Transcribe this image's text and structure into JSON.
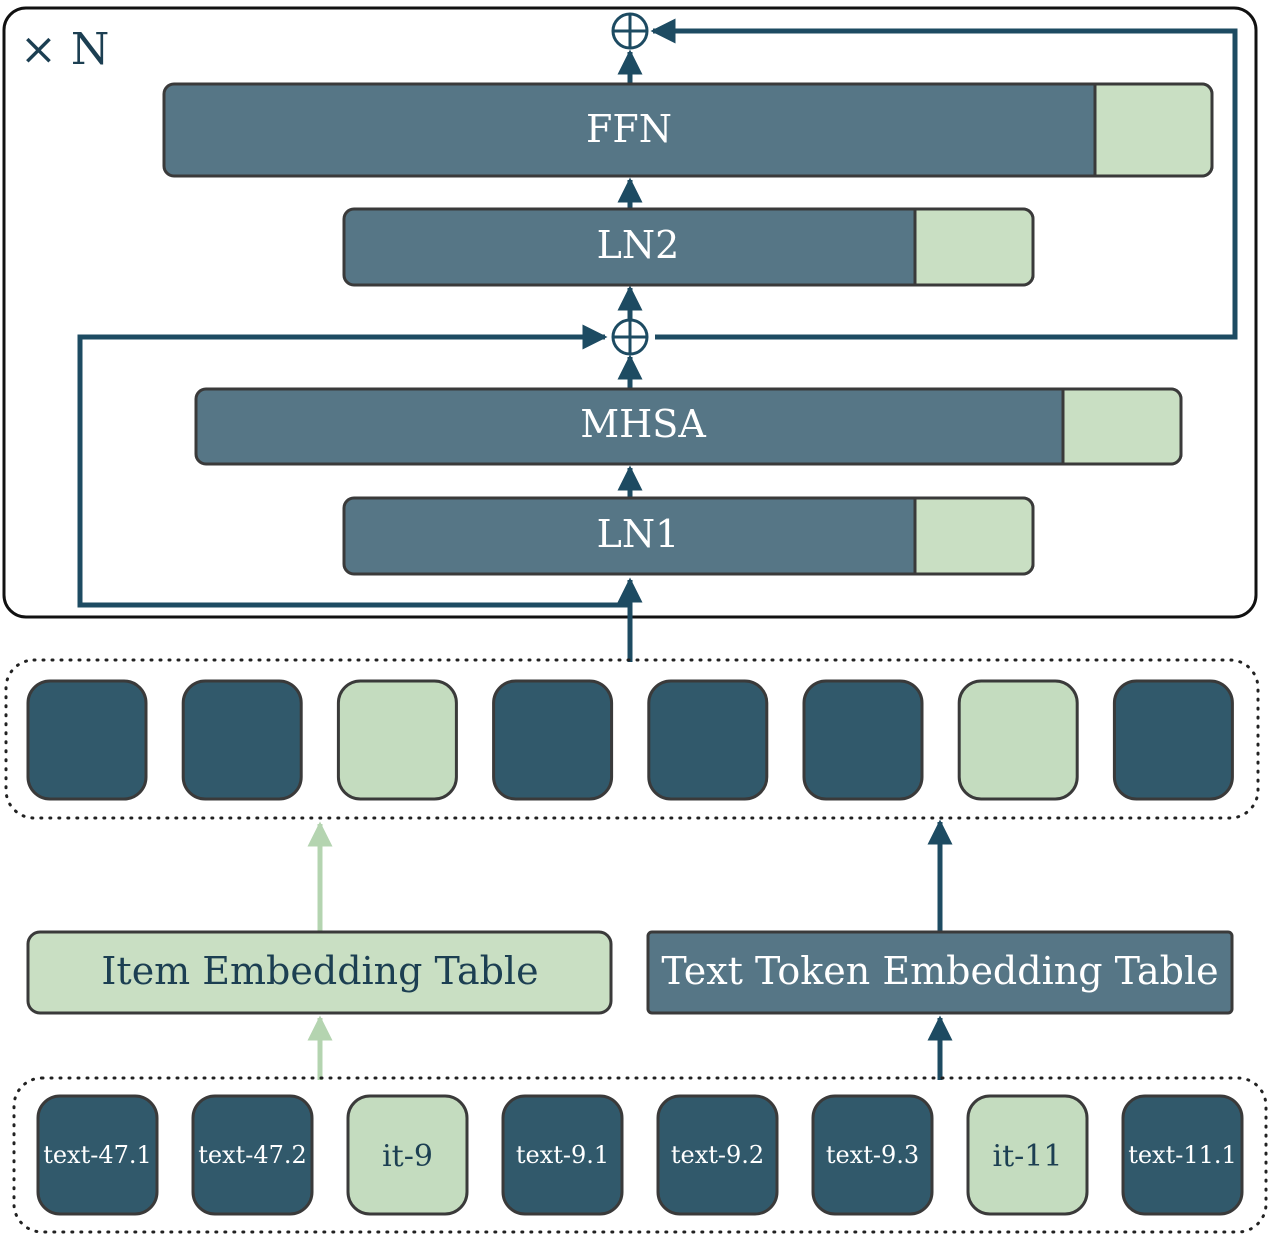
{
  "block": {
    "repeat_label": "× N",
    "layers": {
      "ffn": "FFN",
      "ln2": "LN2",
      "mhsa": "MHSA",
      "ln1": "LN1"
    },
    "add_symbol": "⊕"
  },
  "embedding_tables": {
    "item": "Item Embedding Table",
    "text": "Text Token Embedding Table"
  },
  "input_tokens": [
    {
      "label": "text-47.1",
      "kind": "text"
    },
    {
      "label": "text-47.2",
      "kind": "text"
    },
    {
      "label": "it-9",
      "kind": "item"
    },
    {
      "label": "text-9.1",
      "kind": "text"
    },
    {
      "label": "text-9.2",
      "kind": "text"
    },
    {
      "label": "text-9.3",
      "kind": "text"
    },
    {
      "label": "it-11",
      "kind": "item"
    },
    {
      "label": "text-11.1",
      "kind": "text"
    }
  ],
  "embedding_kinds": [
    "text",
    "text",
    "item",
    "text",
    "text",
    "text",
    "item",
    "text"
  ],
  "colors": {
    "text_token": "#31596b",
    "item_token": "#c4dcbf",
    "layer": "#567686",
    "adapter": "#c9dfc3",
    "arrow": "#1d4b62",
    "item_arrow": "#b4d4b0",
    "border": "#3a3a3a"
  }
}
